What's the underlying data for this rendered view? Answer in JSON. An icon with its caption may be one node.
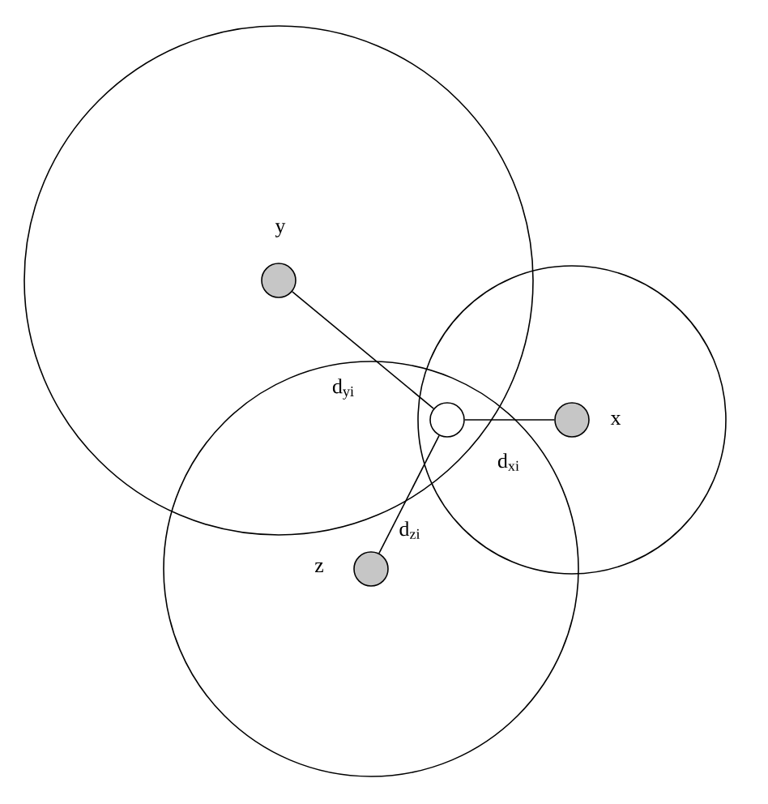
{
  "diagram": {
    "nodes": [
      {
        "text": [],
        "shape": "circle"
      },
      {
        "text": [],
        "shape": "circle",
        "in": 0,
        "beside": [
          "y"
        ]
      },
      {
        "text": [],
        "shape": "circle"
      },
      {
        "text": [],
        "shape": "circle",
        "in": 2,
        "beside": [
          "x"
        ]
      },
      {
        "text": [],
        "shape": "circle"
      },
      {
        "text": [],
        "shape": "circle",
        "in": 4,
        "beside": [
          "z"
        ]
      },
      {
        "text": [],
        "shape": "circle"
      }
    ],
    "edges": [
      {
        "from": 1,
        "to": 6,
        "arrow": "none",
        "label": "d$_{yi}$"
      },
      {
        "from": 3,
        "to": 6,
        "arrow": "none",
        "label": "d$_{xi}$"
      },
      {
        "from": 5,
        "to": 6,
        "arrow": "none",
        "label": "d$_{zi}$"
      }
    ]
  }
}
